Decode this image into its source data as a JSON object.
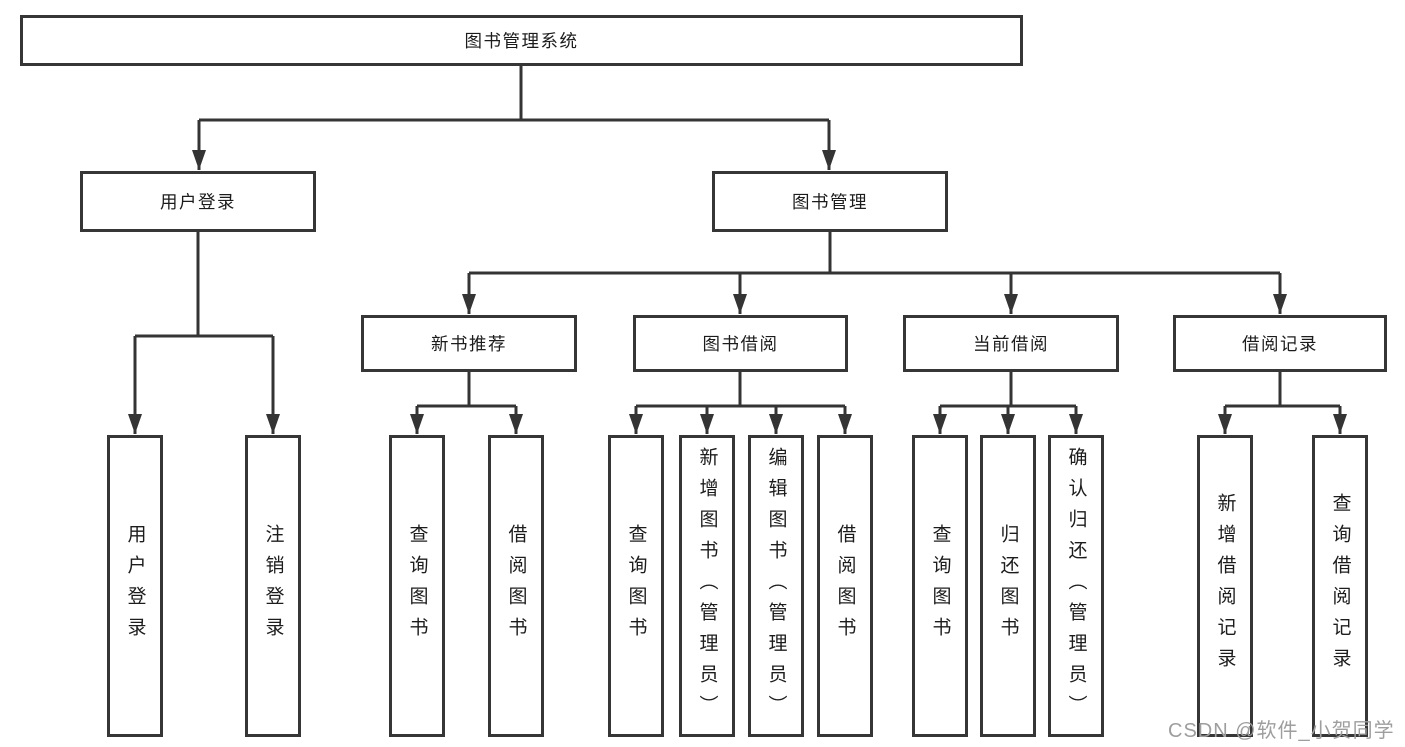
{
  "tree": {
    "label": "图书管理系统",
    "children": [
      {
        "label": "用户登录",
        "children": [
          {
            "label": "用户登录"
          },
          {
            "label": "注销登录"
          }
        ]
      },
      {
        "label": "图书管理",
        "children": [
          {
            "label": "新书推荐",
            "children": [
              {
                "label": "查询图书"
              },
              {
                "label": "借阅图书"
              }
            ]
          },
          {
            "label": "图书借阅",
            "children": [
              {
                "label": "查询图书"
              },
              {
                "label": "新增图书（管理员）"
              },
              {
                "label": "编辑图书（管理员）"
              },
              {
                "label": "借阅图书"
              }
            ]
          },
          {
            "label": "当前借阅",
            "children": [
              {
                "label": "查询图书"
              },
              {
                "label": "归还图书"
              },
              {
                "label": "确认归还（管理员）"
              }
            ]
          },
          {
            "label": "借阅记录",
            "children": [
              {
                "label": "新增借阅记录"
              },
              {
                "label": "查询借阅记录"
              }
            ]
          }
        ]
      }
    ]
  },
  "watermark": {
    "text": "CSDN @软件_小贺同学"
  },
  "colors": {
    "line": "#343434",
    "boxborder": "#363636",
    "text": "#1c1c1c",
    "wm": "#9e9e9e",
    "bg": "#ffffff"
  }
}
